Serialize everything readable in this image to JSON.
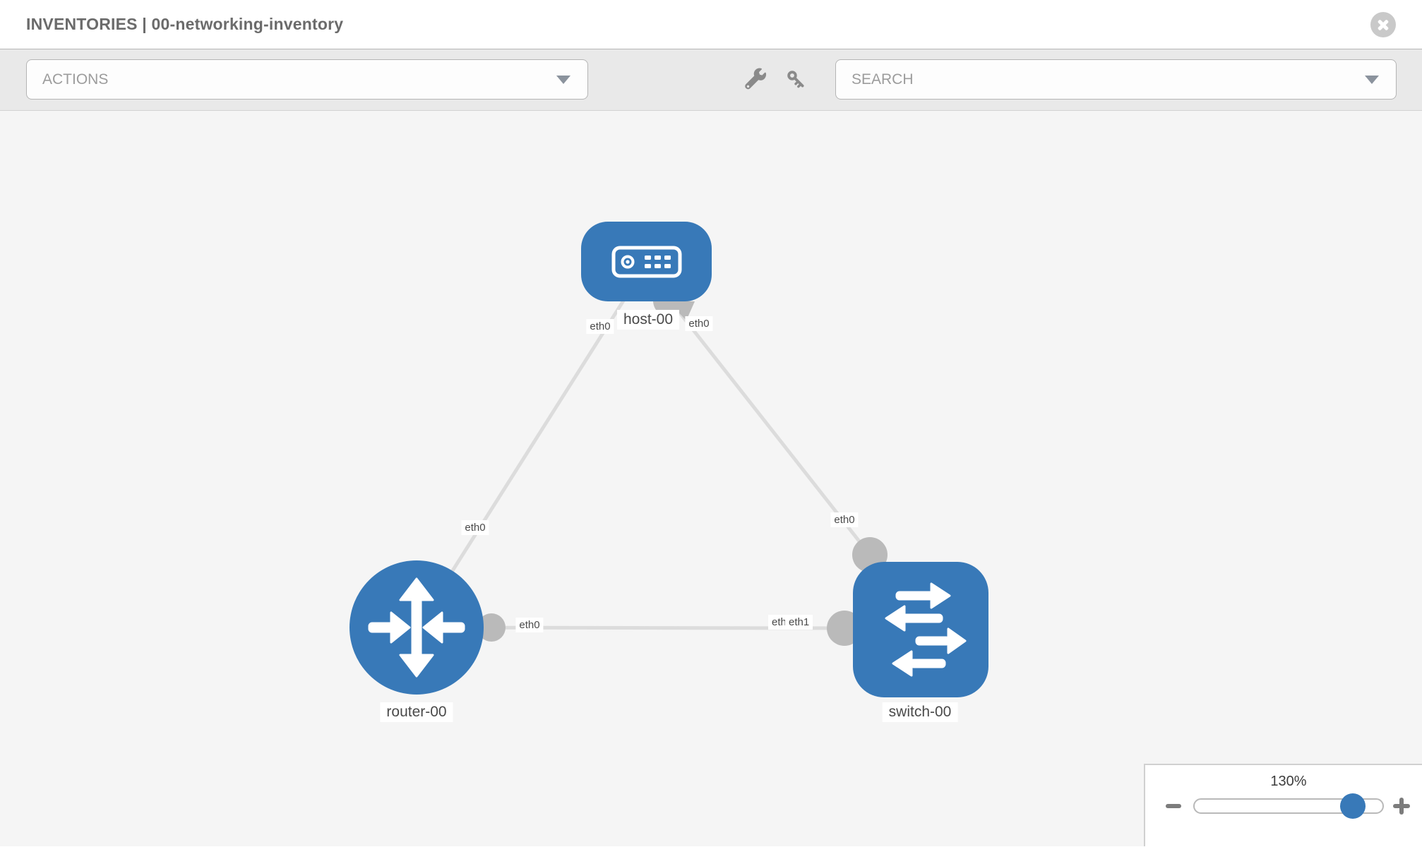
{
  "header": {
    "title": "INVENTORIES | 00-networking-inventory"
  },
  "toolbar": {
    "actions_label": "ACTIONS",
    "search_label": "SEARCH"
  },
  "canvas": {
    "nodes": [
      {
        "label": "host-00",
        "type": "host"
      },
      {
        "label": "router-00",
        "type": "router"
      },
      {
        "label": "switch-00",
        "type": "switch"
      }
    ],
    "links": [
      {
        "from": "router-00",
        "from_interface": "eth0",
        "to": "host-00",
        "to_interface": "eth0"
      },
      {
        "from": "host-00",
        "from_interface": "eth0",
        "to": "switch-00",
        "to_interface": "eth0"
      },
      {
        "from": "router-00",
        "from_interface": "eth0",
        "to": "switch-00",
        "to_interface": "eth1"
      }
    ],
    "interface_labels": {
      "host_left": "eth0",
      "host_right": "eth0",
      "router_host_mid": "eth0",
      "router_switch_left": "eth0",
      "switch_top": "eth0",
      "switch_overlap_back": "eth0",
      "switch_overlap_front": "eth1"
    }
  },
  "zoom_control": {
    "level": "130%"
  },
  "icons": {
    "close": "close-icon",
    "caret": "chevron-down-icon",
    "wrench": "wrench-icon",
    "key": "key-icon",
    "host": "server-icon",
    "router": "router-arrows-icon",
    "switch": "switch-arrows-icon",
    "minus": "zoom-out-icon",
    "plus": "zoom-in-icon"
  },
  "colors": {
    "node_blue": "#3879b8",
    "edge_gray": "#dcdcdc",
    "port_gray": "#bababa",
    "toolbar_bg": "#e9e9e9",
    "canvas_bg": "#f5f5f5",
    "title_gray": "#6b6b6b"
  }
}
